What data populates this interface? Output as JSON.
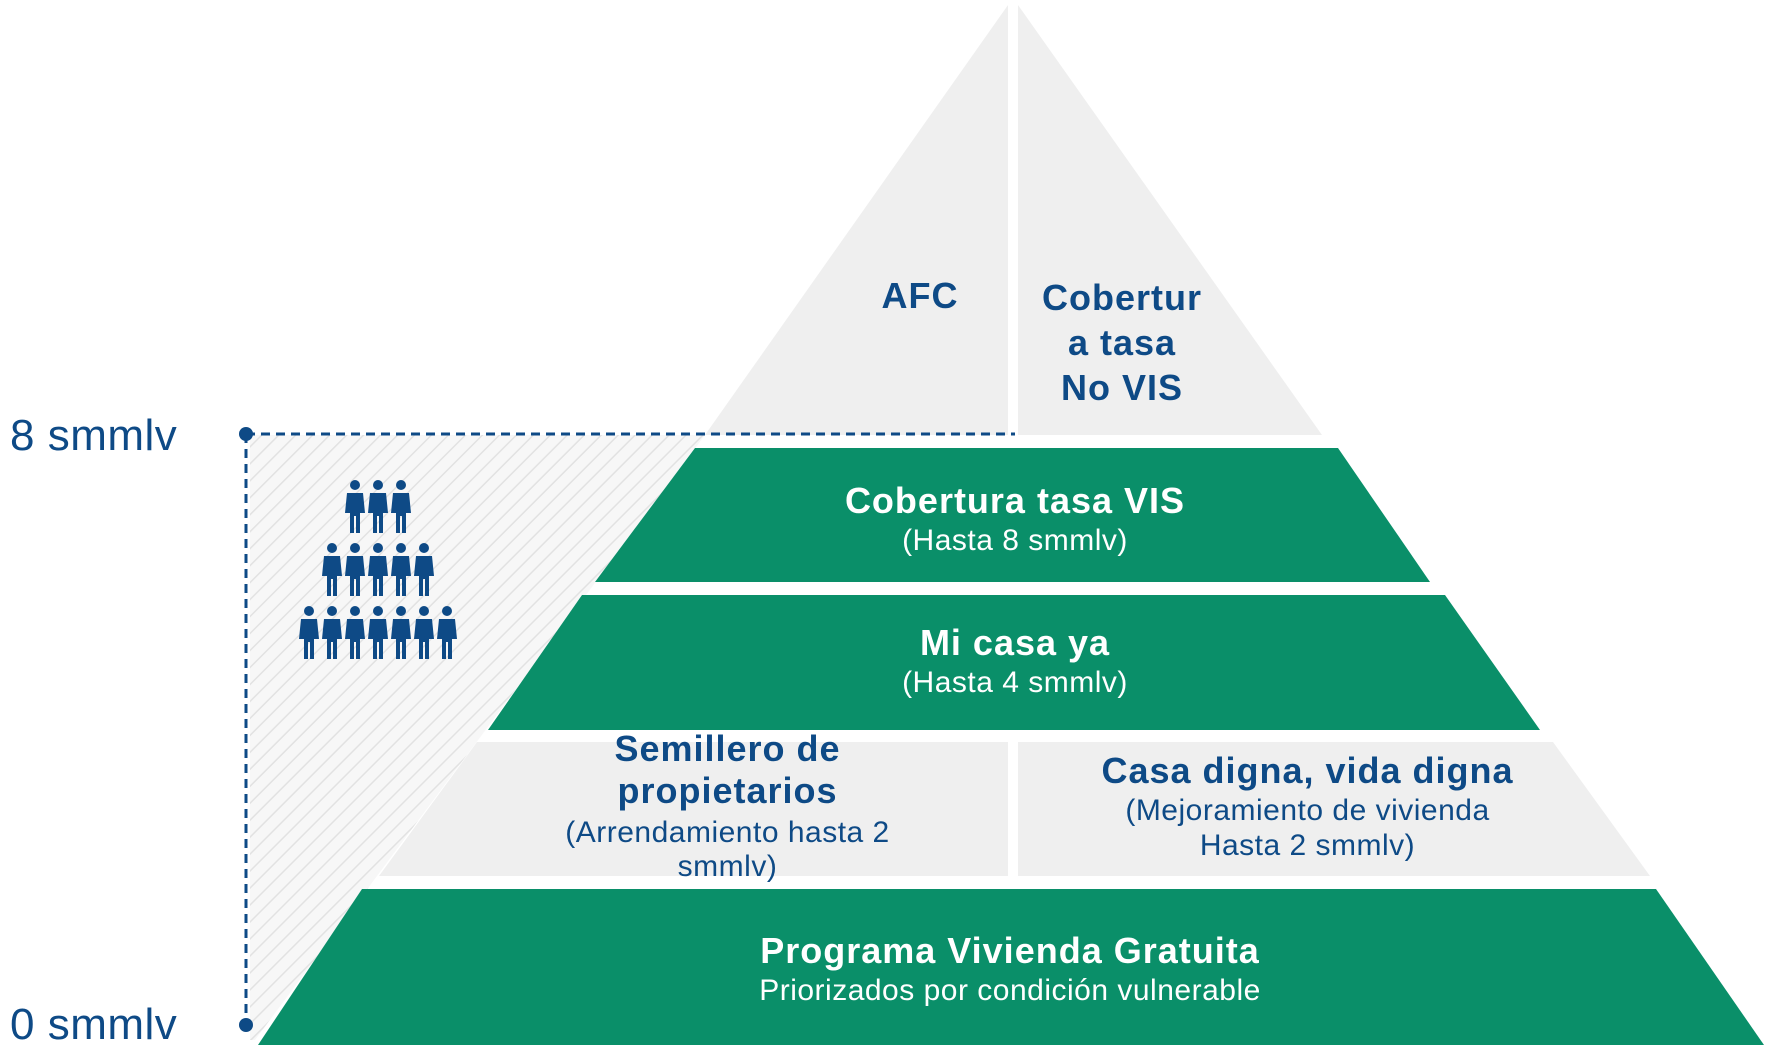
{
  "axis": {
    "top_label": "8 smmlv",
    "bottom_label": "0 smmlv"
  },
  "colors": {
    "green": "#0a8f69",
    "grey": "#efefef",
    "blue": "#0e4a86"
  },
  "icon": "people-pyramid-icon",
  "tiers": {
    "afc": {
      "title": "AFC"
    },
    "no_vis": {
      "lines": [
        "Cobertur",
        "a tasa",
        "No VIS"
      ]
    },
    "vis": {
      "title": "Cobertura tasa VIS",
      "subtitle": "(Hasta 8 smmlv)"
    },
    "mi_casa": {
      "title": "Mi casa ya",
      "subtitle": "(Hasta 4 smmlv)"
    },
    "semillero": {
      "title_lines": [
        "Semillero de",
        "propietarios"
      ],
      "subtitle_lines": [
        "(Arrendamiento hasta 2",
        "smmlv)"
      ]
    },
    "casa_digna": {
      "title": "Casa digna, vida digna",
      "subtitle_lines": [
        "(Mejoramiento de vivienda",
        "Hasta 2 smmlv)"
      ]
    },
    "gratuita": {
      "title": "Programa Vivienda Gratuita",
      "subtitle": "Priorizados por condición vulnerable"
    }
  }
}
